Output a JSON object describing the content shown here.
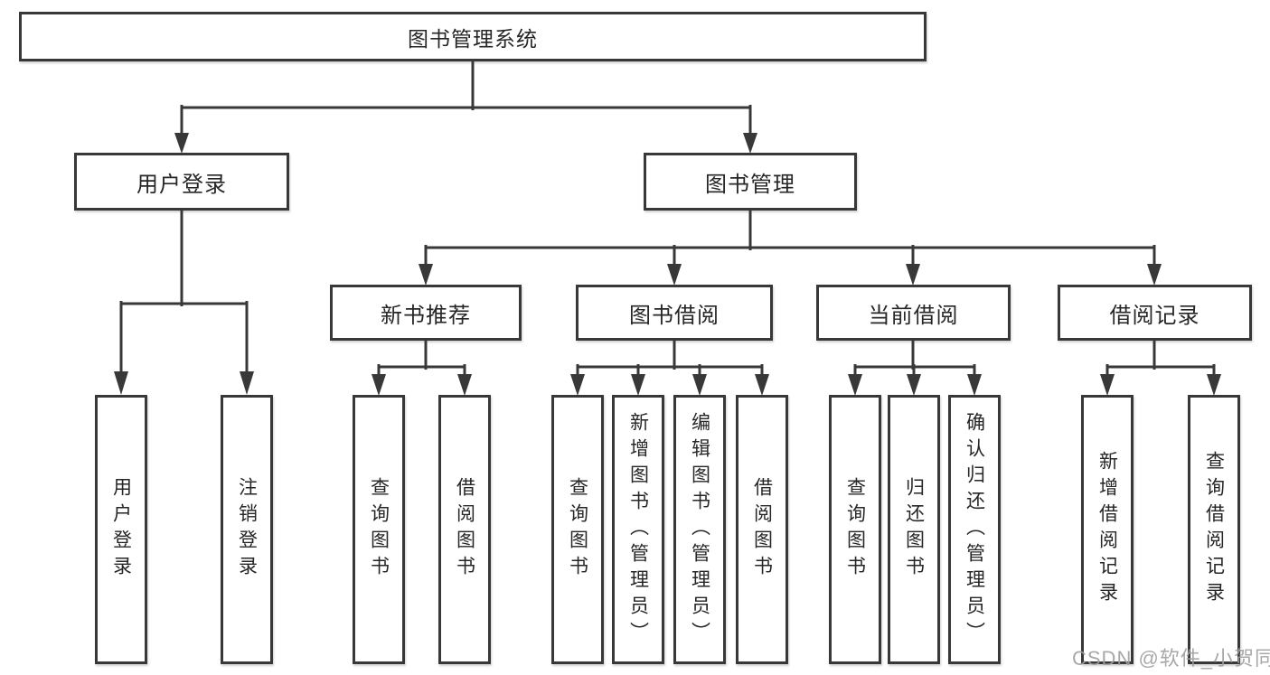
{
  "diagram": {
    "root": {
      "label": "图书管理系统"
    },
    "branches": [
      {
        "label": "用户登录",
        "children": [
          {
            "label": "用户登录"
          },
          {
            "label": "注销登录"
          }
        ]
      },
      {
        "label": "图书管理",
        "children": [
          {
            "label": "新书推荐",
            "children": [
              {
                "label": "查询图书"
              },
              {
                "label": "借阅图书"
              }
            ]
          },
          {
            "label": "图书借阅",
            "children": [
              {
                "label": "查询图书"
              },
              {
                "label": "新增图书（管理员）"
              },
              {
                "label": "编辑图书（管理员）"
              },
              {
                "label": "借阅图书"
              }
            ]
          },
          {
            "label": "当前借阅",
            "children": [
              {
                "label": "查询图书"
              },
              {
                "label": "归还图书"
              },
              {
                "label": "确认归还（管理员）"
              }
            ]
          },
          {
            "label": "借阅记录",
            "children": [
              {
                "label": "新增借阅记录"
              },
              {
                "label": "查询借阅记录"
              }
            ]
          }
        ]
      }
    ],
    "watermark": "CSDN @软件_小贺同学",
    "colors": {
      "line": "#383838",
      "text": "#262626",
      "background": "#ffffff",
      "watermark": "#9e9e9e"
    }
  }
}
